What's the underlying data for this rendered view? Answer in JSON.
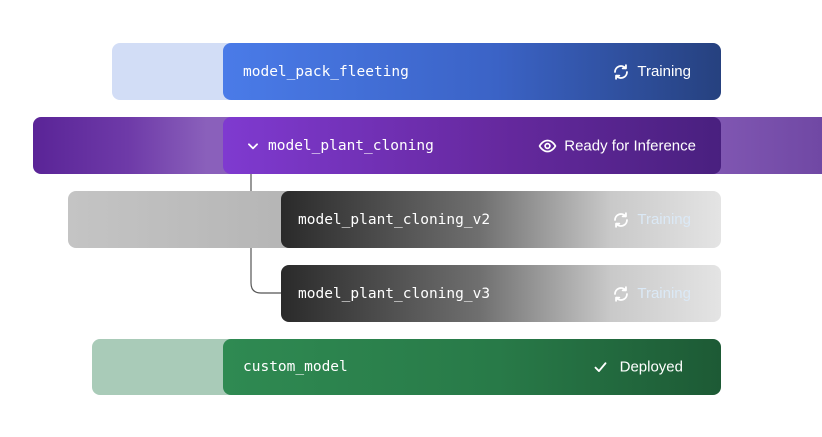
{
  "models": [
    {
      "name": "model_pack_fleeting",
      "status": "Training",
      "status_icon": "refresh-icon"
    },
    {
      "name": "model_plant_cloning",
      "status": "Ready for Inference",
      "status_icon": "eye-icon",
      "expanded": true
    },
    {
      "name": "model_plant_cloning_v2",
      "status": "Training",
      "status_icon": "refresh-icon",
      "child_of": "model_plant_cloning"
    },
    {
      "name": "model_plant_cloning_v3",
      "status": "Training",
      "status_icon": "refresh-icon",
      "child_of": "model_plant_cloning"
    },
    {
      "name": "custom_model",
      "status": "Deployed",
      "status_icon": "check-icon"
    }
  ],
  "colors": {
    "training_blue_start": "#4a7be8",
    "training_blue_end": "#26417f",
    "ready_purple_start": "#7f3ad0",
    "ready_purple_end": "#49207f",
    "deployed_green_start": "#2f8a52",
    "deployed_green_end": "#1d5a35",
    "child_dark": "#2a2a2a",
    "child_light": "#e2e2e2",
    "faded_status": "#dbe9f6"
  }
}
